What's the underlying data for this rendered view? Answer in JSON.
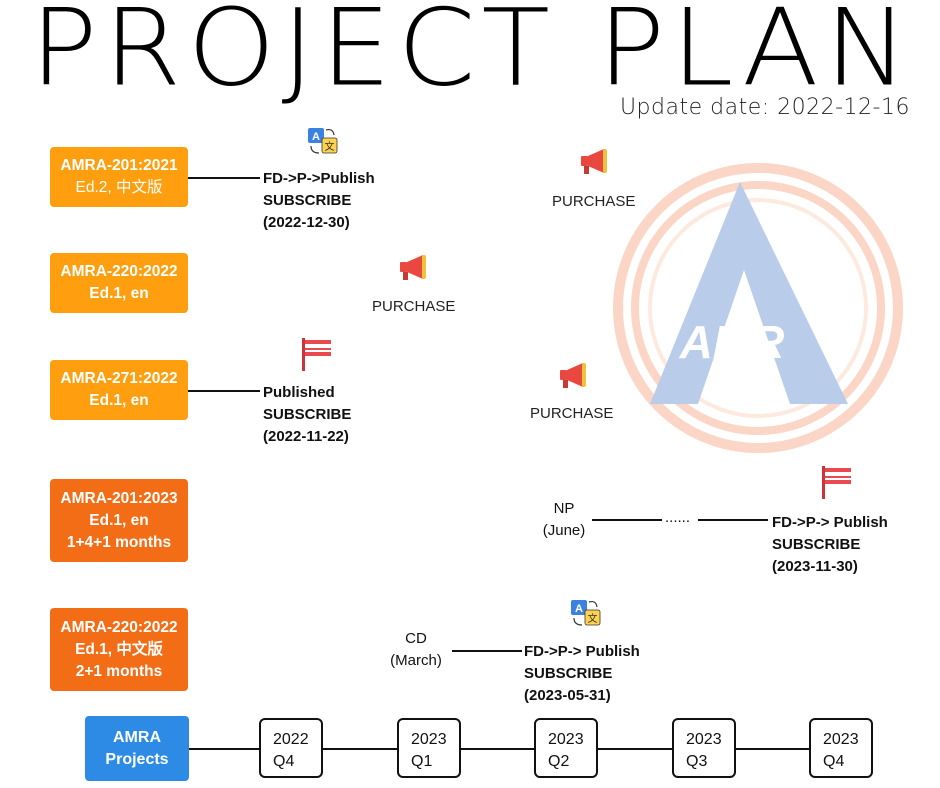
{
  "header": {
    "title": "PROJECT PLAN",
    "update_date": "Update date: 2022-12-16"
  },
  "watermark": {
    "text": "AMR"
  },
  "projects": [
    {
      "line1": "AMRA-201:2021",
      "line2": "Ed.2, 中文版",
      "line3": ""
    },
    {
      "line1": "AMRA-220:2022",
      "line2": "Ed.1, en",
      "line3": ""
    },
    {
      "line1": "AMRA-271:2022",
      "line2": "Ed.1, en",
      "line3": ""
    },
    {
      "line1": "AMRA-201:2023",
      "line2": "Ed.1, en",
      "line3": "1+4+1 months"
    },
    {
      "line1": "AMRA-220:2022",
      "line2": "Ed.1, 中文版",
      "line3": "2+1 months"
    }
  ],
  "milestones": {
    "p1": {
      "l1": "FD->P->Publish",
      "l2": "SUBSCRIBE",
      "l3": "(2022-12-30)"
    },
    "p3": {
      "l1": "Published",
      "l2": "SUBSCRIBE",
      "l3": "(2022-11-22)"
    },
    "p4": {
      "l1": "FD->P-> Publish",
      "l2": "SUBSCRIBE",
      "l3": "(2023-11-30)"
    },
    "p5": {
      "l1": "FD->P-> Publish",
      "l2": "SUBSCRIBE",
      "l3": "(2023-05-31)"
    }
  },
  "stages": {
    "np": {
      "l1": "NP",
      "l2": "(June)"
    },
    "dots": "......",
    "cd": {
      "l1": "CD",
      "l2": "(March)"
    }
  },
  "purchase_label": "PURCHASE",
  "timeline": {
    "root": {
      "l1": "AMRA",
      "l2": "Projects"
    },
    "quarters": [
      {
        "year": "2022",
        "q": "Q4"
      },
      {
        "year": "2023",
        "q": "Q1"
      },
      {
        "year": "2023",
        "q": "Q2"
      },
      {
        "year": "2023",
        "q": "Q3"
      },
      {
        "year": "2023",
        "q": "Q4"
      }
    ]
  },
  "colors": {
    "orange_light": "#ff9f0f",
    "orange_dark": "#f36c16",
    "blue": "#2d8be5",
    "watermark_ring": "#fbd5c5",
    "watermark_a": "#b9cce9"
  },
  "icons": [
    "translate-icon",
    "megaphone-icon",
    "flag-icon"
  ]
}
